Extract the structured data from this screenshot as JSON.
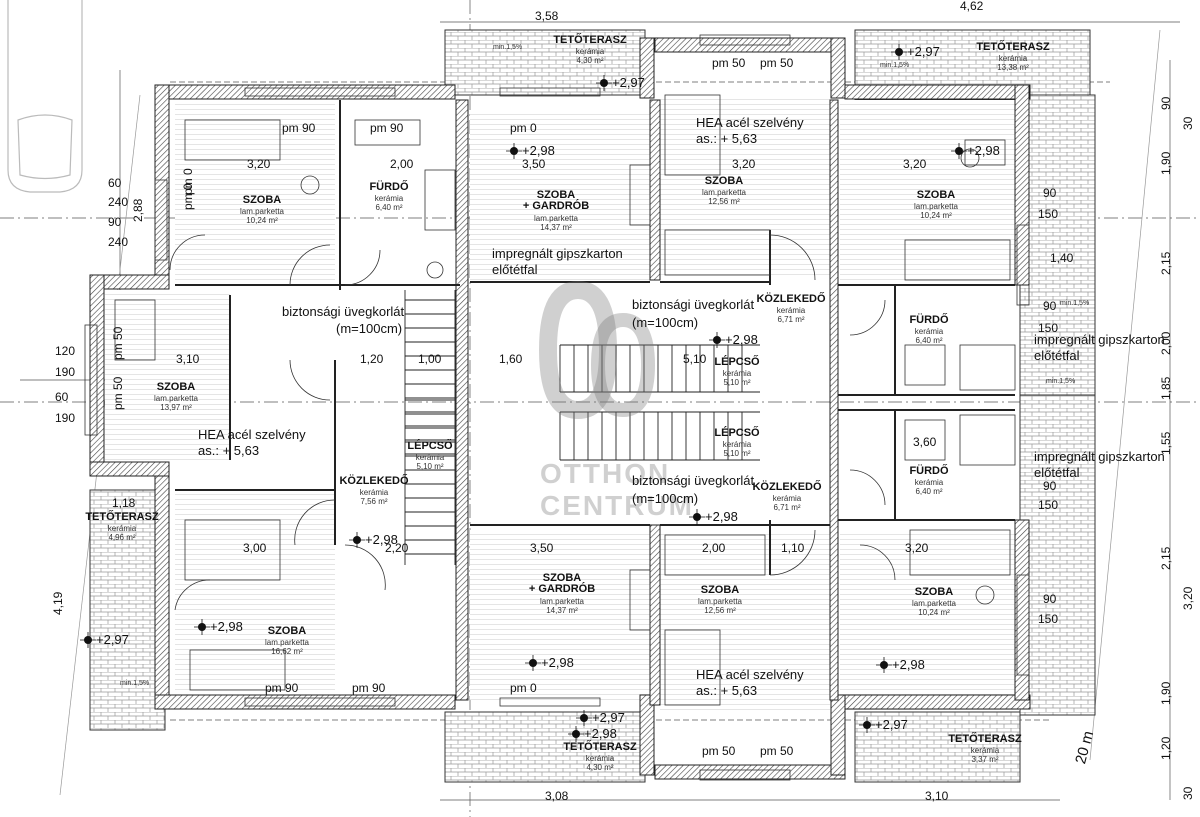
{
  "rooms": {
    "szoba_tl": {
      "name": "SZOBA",
      "floor": "lam.parketta",
      "area": "10,24 m²"
    },
    "furdo_tl": {
      "name": "FÜRDŐ",
      "floor": "kerámia",
      "area": "6,40 m²"
    },
    "szoba_gard_top": {
      "name": "SZOBA\n+ GARDRÓB",
      "floor": "lam.parketta",
      "area": "14,37 m²"
    },
    "szoba_top_mid": {
      "name": "SZOBA",
      "floor": "lam.parketta",
      "area": "12,56 m²"
    },
    "szoba_tr": {
      "name": "SZOBA",
      "floor": "lam.parketta",
      "area": "10,24 m²"
    },
    "tetoterasz_top_mid": {
      "name": "TETŐTERASZ",
      "floor": "kerámia",
      "area": "4,30 m²"
    },
    "tetoterasz_tr": {
      "name": "TETŐTERASZ",
      "floor": "kerámia",
      "area": "13,38 m²"
    },
    "szoba_left": {
      "name": "SZOBA",
      "floor": "lam.parketta",
      "area": "13,97 m²"
    },
    "kozlekedo_top": {
      "name": "KÖZLEKEDŐ",
      "floor": "kerámia",
      "area": "6,71 m²"
    },
    "lepcso_top": {
      "name": "LÉPCSŐ",
      "floor": "kerámia",
      "area": "5,10 m²"
    },
    "furdo_r1": {
      "name": "FÜRDŐ",
      "floor": "kerámia",
      "area": "6,40 m²"
    },
    "lepcso_left": {
      "name": "LÉPCSŐ",
      "floor": "kerámia",
      "area": "5,10 m²"
    },
    "kozlekedo_left": {
      "name": "KÖZLEKEDŐ",
      "floor": "kerámia",
      "area": "7,56 m²"
    },
    "lepcso_mid": {
      "name": "LÉPCSŐ",
      "floor": "kerámia",
      "area": "5,10 m²"
    },
    "kozlekedo_mid": {
      "name": "KÖZLEKEDŐ",
      "floor": "kerámia",
      "area": "6,71 m²"
    },
    "furdo_r2": {
      "name": "FÜRDŐ",
      "floor": "kerámia",
      "area": "6,40 m²"
    },
    "tetoterasz_left": {
      "name": "TETŐTERASZ",
      "floor": "kerámia",
      "area": "4,96 m²"
    },
    "szoba_bl": {
      "name": "SZOBA",
      "floor": "lam.parketta",
      "area": "16,62 m²"
    },
    "szoba_gard_bot": {
      "name": "SZOBA\n+ GARDRÓB",
      "floor": "lam.parketta",
      "area": "14,37 m²"
    },
    "szoba_bot_mid": {
      "name": "SZOBA",
      "floor": "lam.parketta",
      "area": "12,56 m²"
    },
    "szoba_br": {
      "name": "SZOBA",
      "floor": "lam.parketta",
      "area": "10,24 m²"
    },
    "tetoterasz_bot_mid": {
      "name": "TETŐTERASZ",
      "floor": "kerámia",
      "area": "4,30 m²"
    },
    "tetoterasz_br": {
      "name": "TETŐTERASZ",
      "floor": "kerámia",
      "area": "3,37 m²"
    }
  },
  "notes": {
    "hea1": "HEA acél szelvény",
    "hea1_as": "as.: + 5,63",
    "hea2": "HEA acél szelvény",
    "hea2_as": "as.: + 5,63",
    "hea3": "HEA acél szelvény",
    "hea3_as": "as.: + 5,63",
    "gips1": "impregnált gipszkarton",
    "gips1b": "előtétfal",
    "gips2": "impregnált gipszkarton",
    "gips2b": "előtétfal",
    "gips3": "impregnált gipszkarton",
    "gips3b": "előtétfal",
    "biz1": "biztonsági üvegkorlát",
    "biz1b": "(m=100cm)",
    "biz2": "biztonsági üvegkorlát",
    "biz2b": "(m=100cm)",
    "biz3": "biztonsági üvegkorlát",
    "biz3b": "(m=100cm)",
    "slope": "min.1,5%",
    "lot": "20 m"
  },
  "elevations": {
    "e1": "+2,97",
    "e2": "+2,97",
    "e3": "+2,98",
    "e4": "+2,98",
    "e5": "+2,98",
    "e6": "+2,98",
    "e7": "+2,98",
    "e8": "+2,97",
    "e9": "+2,98",
    "e10": "+2,98",
    "e11": "+2,98",
    "e12": "+2,98",
    "e13": "+2,97",
    "e14": "+2,97"
  },
  "dims": {
    "d_358": "3,58",
    "d_462": "4,62",
    "d_308": "3,08",
    "d_310": "3,10",
    "d_320a": "3,20",
    "d_200a": "2,00",
    "d_350a": "3,50",
    "d_320b": "3,20",
    "d_320c": "3,20",
    "d_310b": "3,10",
    "d_160a": "1,60",
    "d_510": "5,10",
    "d_100": "1,00",
    "d_120": "1,20",
    "d_300": "3,00",
    "d_220": "2,20",
    "d_350b": "3,50",
    "d_200b": "2,00",
    "d_110": "1,10",
    "d_320d": "3,20",
    "d_360": "3,60",
    "d_118": "1,18",
    "d_140": "1,40",
    "d_419": "4,19",
    "d_288": "2,88",
    "pm90a": "pm 90",
    "pm90b": "pm 90",
    "pm0a": "pm 0",
    "pm50a": "pm 50",
    "pm50b": "pm 50",
    "pm90c": "pm 90",
    "pm90d": "pm 90",
    "pm0b": "pm 0",
    "pm50c": "pm 50",
    "pm50d": "pm 50",
    "pm0c": "pm 0",
    "pm0d": "pm 0",
    "pm50e": "pm 50",
    "pm50f": "pm 50",
    "l120": "120",
    "l190": "190",
    "l60": "60",
    "l190b": "190",
    "l60b": "60",
    "l240": "240",
    "l90": "90",
    "l240b": "240",
    "r90a": "90",
    "r150a": "150",
    "r90b": "90",
    "r150b": "150",
    "r90c": "90",
    "r150c": "150",
    "r90d": "90",
    "r150d": "150",
    "rv90": "90",
    "rv30": "30",
    "rv190": "1,90",
    "rv215": "2,15",
    "rv200": "2,00",
    "rv185": "1,85",
    "rv155": "1,55",
    "rv215b": "2,15",
    "rv320": "3,20",
    "rv190b": "1,90",
    "rv120": "1,20",
    "rv30b": "30"
  },
  "watermark": {
    "line1": "OTTHON",
    "line2": "CENTRUM"
  }
}
